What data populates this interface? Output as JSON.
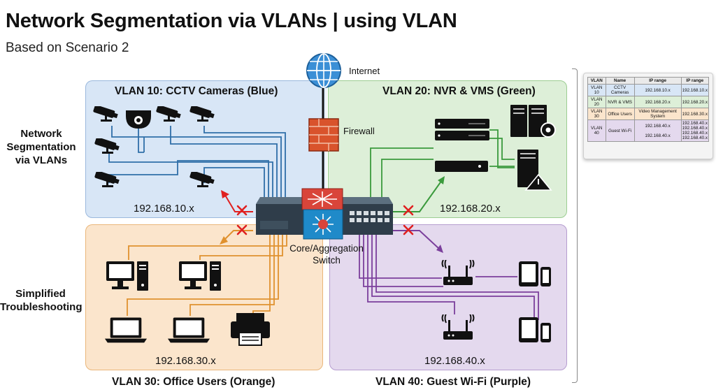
{
  "header": {
    "title": "Network Segmentation via VLANs | using VLAN",
    "subtitle": "Based on Scenario 2"
  },
  "side_labels": {
    "segmentation": "Network\nSegmentation\nvia VLANs",
    "troubleshooting": "Simplified\nTroubleshooting"
  },
  "network": {
    "internet_label": "Internet",
    "firewall_label": "Firewall",
    "switch_label": "Core/Aggregation\nSwitch"
  },
  "vlans": {
    "blue": {
      "title": "VLAN 10: CCTV Cameras (Blue)",
      "ip": "192.168.10.x",
      "color": "#2f6fa8"
    },
    "green": {
      "title": "VLAN 20: NVR & VMS (Green)",
      "ip": "192.168.20.x",
      "color": "#3a9a3c"
    },
    "orange": {
      "title": "VLAN 30: Office Users (Orange)",
      "ip": "192.168.30.x",
      "color": "#e0912e"
    },
    "purple": {
      "title": "VLAN 40: Guest Wi-Fi (Purple)",
      "ip": "192.168.40.x",
      "color": "#7b3f9c"
    }
  },
  "colors": {
    "block_x": "#e02020"
  },
  "legend": {
    "headers": [
      "VLAN",
      "Name",
      "IP range",
      "IP range"
    ],
    "rows": [
      {
        "vlan": "VLAN 10",
        "name": "CCTV Cameras",
        "ip1": "192.168.10.x",
        "ip2": "192.168.10.x",
        "cls": "r-blue"
      },
      {
        "vlan": "VLAN 20",
        "name": "NVR & VMS",
        "ip1": "192.168.20.x",
        "ip2": "192.168.20.x",
        "cls": "r-green"
      },
      {
        "vlan": "VLAN 30",
        "name": "Office Users",
        "ip1": "Video Management System",
        "ip2": "192.168.30.x",
        "cls": "r-orange"
      },
      {
        "vlan": "VLAN 40",
        "name": "Guest Wi-Fi",
        "ip1": "192.168.40.x\n\n192.168.40.x",
        "ip2": "192.168.40.x\n192.168.40.x\n192.168.40.x\n192.168.40.x",
        "cls": "r-purple"
      }
    ]
  }
}
